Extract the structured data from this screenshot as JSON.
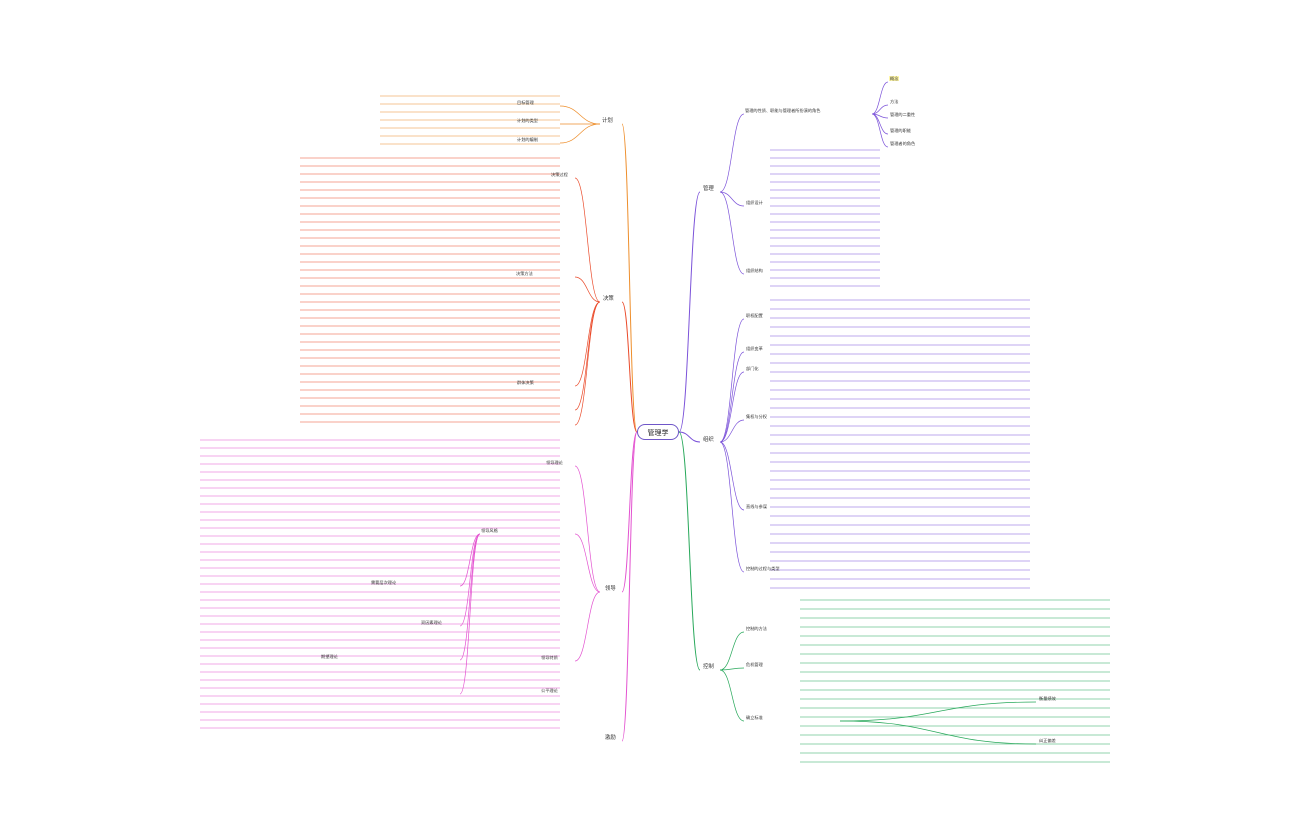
{
  "title": "管理学",
  "colors": {
    "purple": "#7b52d9",
    "orange": "#ee8e2b",
    "red": "#ea4a2a",
    "pink": "#e352d0",
    "green": "#27a85a",
    "root_border": "#6f56c8"
  },
  "nodes": {
    "R1": "管理",
    "R2": "组织",
    "R3": "控制",
    "L1": "计划",
    "L2": "决策",
    "L3": "领导",
    "L4": "激励",
    "a1": "管理的性质、职能与管理者所扮演的角色",
    "a2": "概念",
    "a3": "方法",
    "a4": "管理的二重性",
    "a5": "管理的职能",
    "a6": "管理者的角色",
    "b1": "组织设计",
    "b2": "组织结构",
    "b3": "职权配置",
    "b4": "组织变革",
    "b5": "部门化",
    "b6": "集权与分权",
    "b7": "直线与参谋",
    "c1": "控制的过程与类型",
    "c2": "控制的方法",
    "c3": "危机管理",
    "c4": "确立标准",
    "c5": "衡量绩效",
    "c6": "纠正偏差",
    "d1": "目标管理",
    "d2": "计划的类型",
    "d3": "计划的编制",
    "e1": "决策过程",
    "e2": "决策方法",
    "e3": "群体决策",
    "f1": "领导理论",
    "f2": "领导风格",
    "f3": "领导特质",
    "g1": "需要层次理论",
    "g2": "双因素理论",
    "g3": "期望理论",
    "g4": "公平理论"
  }
}
